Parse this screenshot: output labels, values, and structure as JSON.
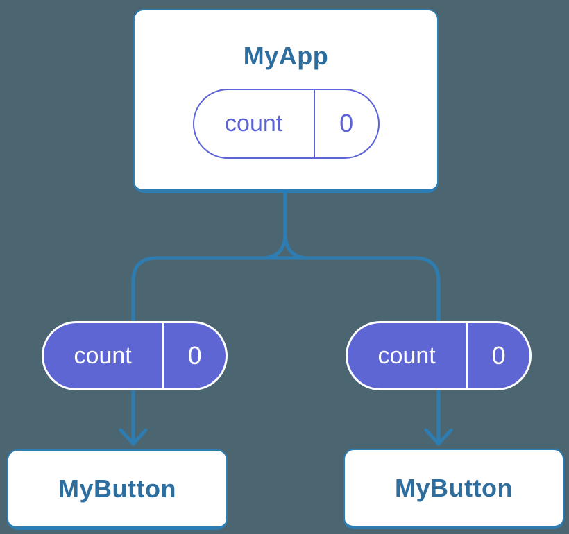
{
  "diagram": {
    "type": "component-tree-state-diagram",
    "colors": {
      "background": "#4C6671",
      "connector_line": "#2E7DB2",
      "card_border": "#2E7DB2",
      "card_text": "#2E6E9E",
      "pill_solid_fill": "#5E66D4",
      "pill_outline_stroke": "#5B63D6",
      "pill_solid_text": "#ffffff"
    },
    "root": {
      "title": "MyApp",
      "state": {
        "key": "count",
        "value": "0"
      }
    },
    "children": [
      {
        "title": "MyButton",
        "prop": {
          "key": "count",
          "value": "0"
        }
      },
      {
        "title": "MyButton",
        "prop": {
          "key": "count",
          "value": "0"
        }
      }
    ]
  }
}
